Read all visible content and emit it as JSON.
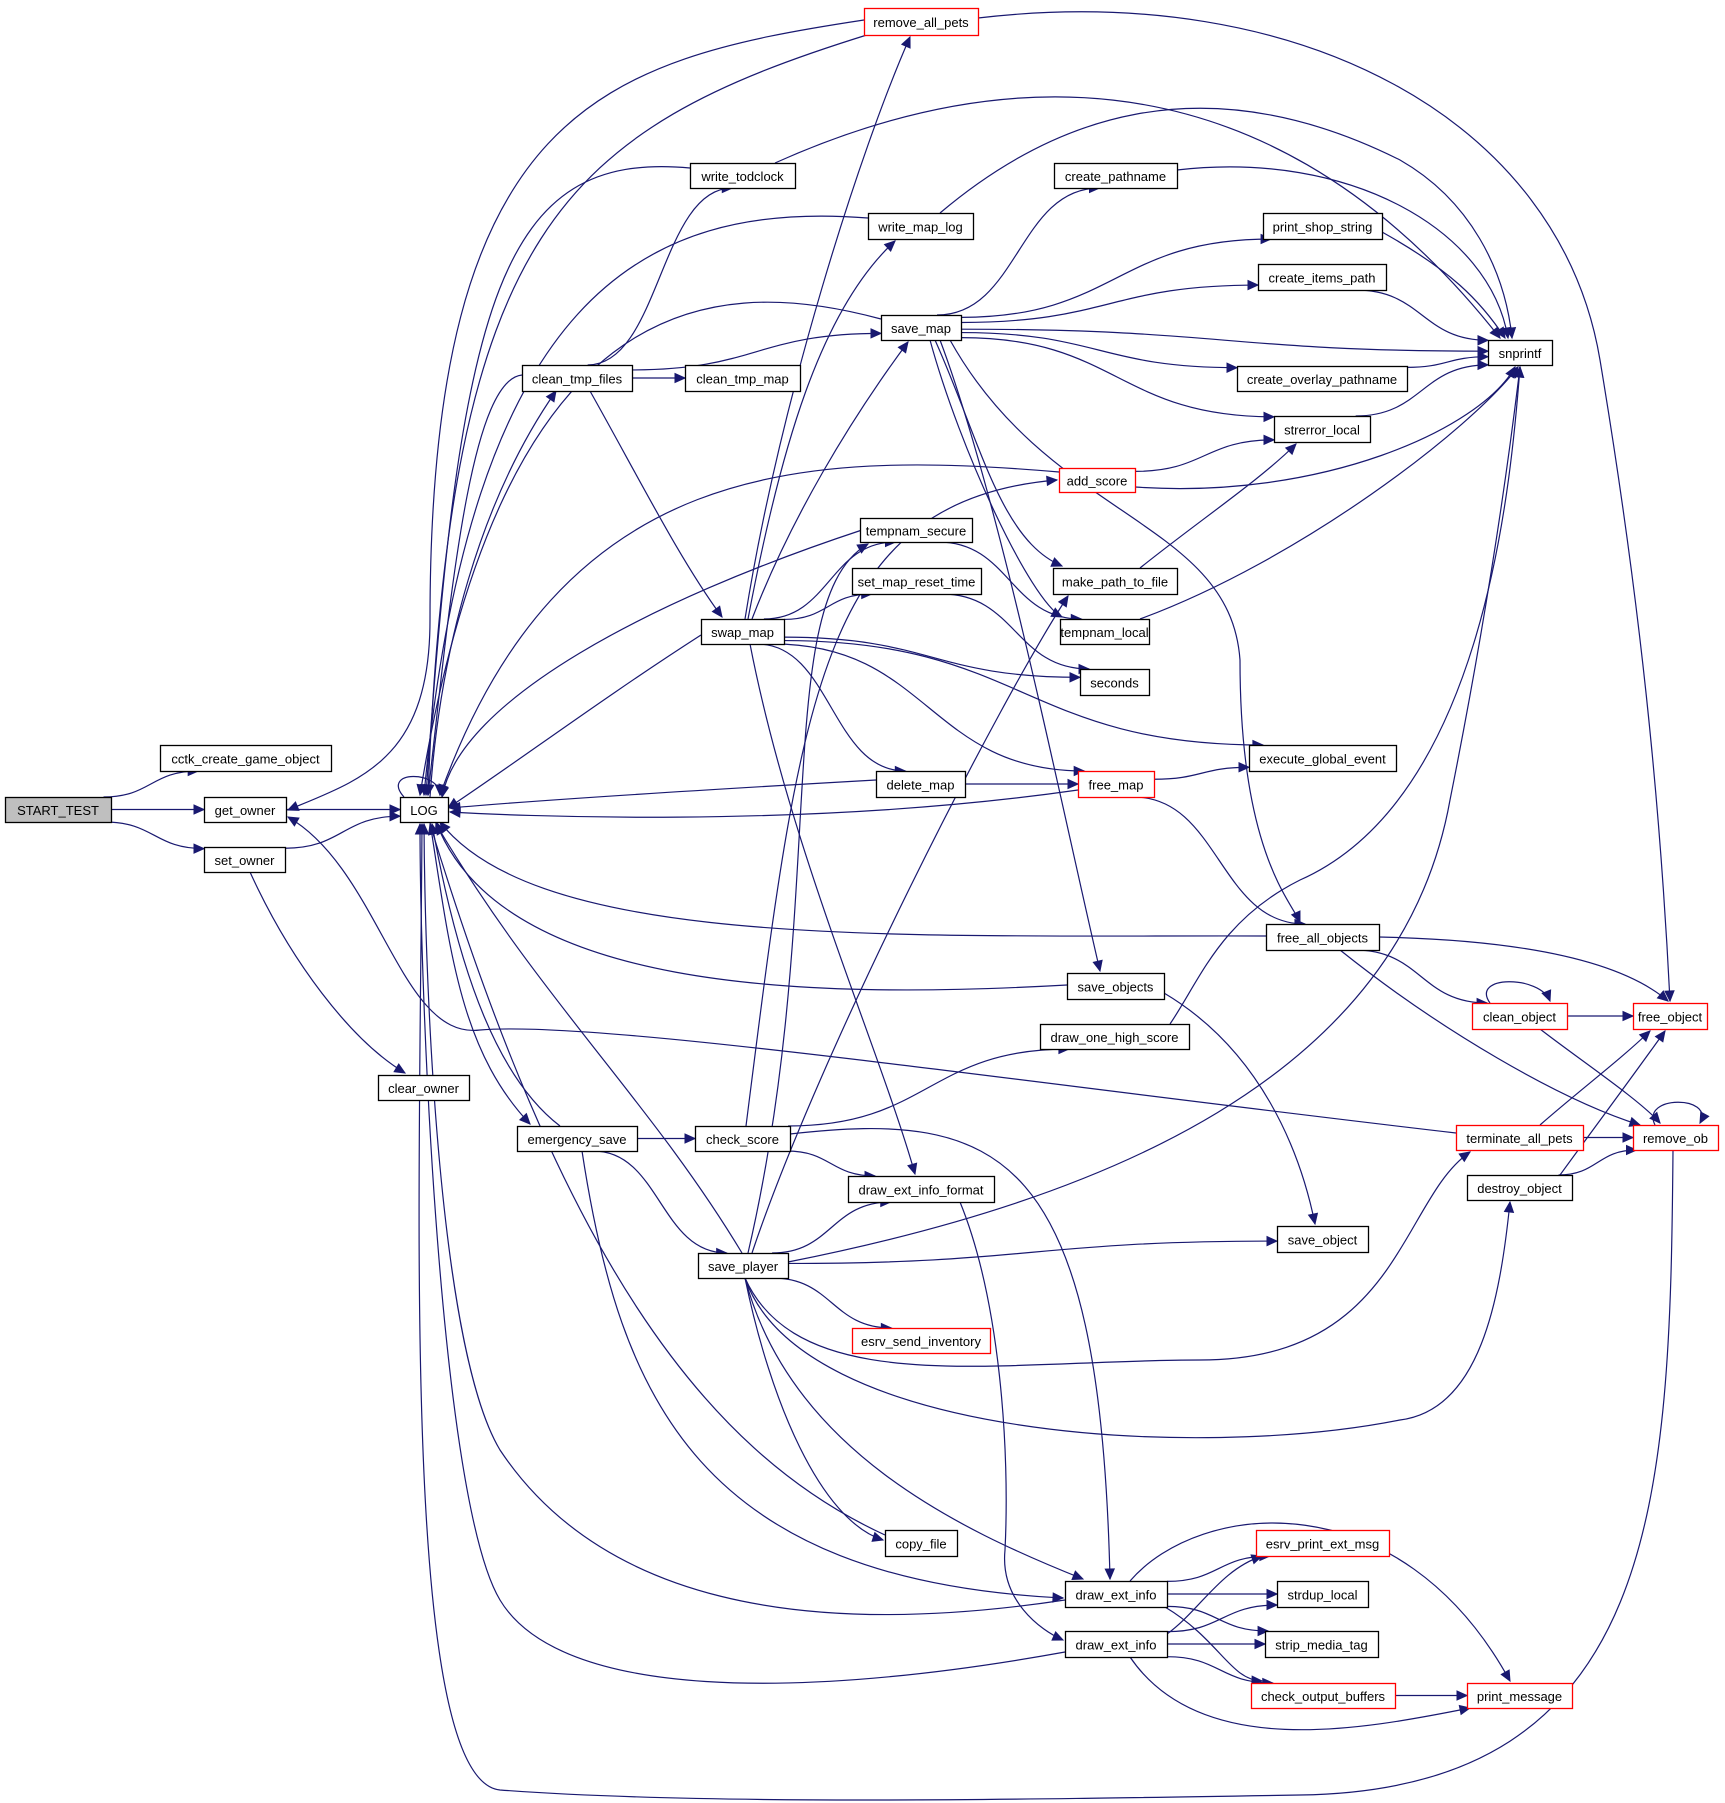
{
  "title": "START_TEST call graph",
  "colors": {
    "edge": "#191970",
    "node_border": "#000000",
    "node_border_undocumented": "#ff0000",
    "root_fill": "#bfbfbf",
    "node_fill": "#ffffff"
  },
  "nodes": [
    {
      "id": "START_TEST",
      "label": "START_TEST",
      "style": "root"
    },
    {
      "id": "cctk_create_game_object",
      "label": "cctk_create_game_object",
      "style": "normal"
    },
    {
      "id": "get_owner",
      "label": "get_owner",
      "style": "normal"
    },
    {
      "id": "set_owner",
      "label": "set_owner",
      "style": "normal"
    },
    {
      "id": "LOG",
      "label": "LOG",
      "style": "normal"
    },
    {
      "id": "clear_owner",
      "label": "clear_owner",
      "style": "normal"
    },
    {
      "id": "remove_all_pets",
      "label": "remove_all_pets",
      "style": "red"
    },
    {
      "id": "write_todclock",
      "label": "write_todclock",
      "style": "normal"
    },
    {
      "id": "write_map_log",
      "label": "write_map_log",
      "style": "normal"
    },
    {
      "id": "create_pathname",
      "label": "create_pathname",
      "style": "normal"
    },
    {
      "id": "print_shop_string",
      "label": "print_shop_string",
      "style": "normal"
    },
    {
      "id": "create_items_path",
      "label": "create_items_path",
      "style": "normal"
    },
    {
      "id": "save_map",
      "label": "save_map",
      "style": "normal"
    },
    {
      "id": "snprintf",
      "label": "snprintf",
      "style": "normal"
    },
    {
      "id": "clean_tmp_files",
      "label": "clean_tmp_files",
      "style": "normal"
    },
    {
      "id": "clean_tmp_map",
      "label": "clean_tmp_map",
      "style": "normal"
    },
    {
      "id": "create_overlay_pathname",
      "label": "create_overlay_pathname",
      "style": "normal"
    },
    {
      "id": "strerror_local",
      "label": "strerror_local",
      "style": "normal"
    },
    {
      "id": "add_score",
      "label": "add_score",
      "style": "red"
    },
    {
      "id": "tempnam_secure",
      "label": "tempnam_secure",
      "style": "normal"
    },
    {
      "id": "set_map_reset_time",
      "label": "set_map_reset_time",
      "style": "normal"
    },
    {
      "id": "make_path_to_file",
      "label": "make_path_to_file",
      "style": "normal"
    },
    {
      "id": "swap_map",
      "label": "swap_map",
      "style": "normal"
    },
    {
      "id": "tempnam_local",
      "label": "tempnam_local",
      "style": "normal"
    },
    {
      "id": "seconds",
      "label": "seconds",
      "style": "normal"
    },
    {
      "id": "execute_global_event",
      "label": "execute_global_event",
      "style": "normal"
    },
    {
      "id": "delete_map",
      "label": "delete_map",
      "style": "normal"
    },
    {
      "id": "free_map",
      "label": "free_map",
      "style": "red"
    },
    {
      "id": "free_all_objects",
      "label": "free_all_objects",
      "style": "normal"
    },
    {
      "id": "save_objects",
      "label": "save_objects",
      "style": "normal"
    },
    {
      "id": "clean_object",
      "label": "clean_object",
      "style": "red"
    },
    {
      "id": "free_object",
      "label": "free_object",
      "style": "red"
    },
    {
      "id": "draw_one_high_score",
      "label": "draw_one_high_score",
      "style": "normal"
    },
    {
      "id": "emergency_save",
      "label": "emergency_save",
      "style": "normal"
    },
    {
      "id": "check_score",
      "label": "check_score",
      "style": "normal"
    },
    {
      "id": "terminate_all_pets",
      "label": "terminate_all_pets",
      "style": "red"
    },
    {
      "id": "remove_ob",
      "label": "remove_ob",
      "style": "red"
    },
    {
      "id": "draw_ext_info_format",
      "label": "draw_ext_info_format",
      "style": "normal"
    },
    {
      "id": "destroy_object",
      "label": "destroy_object",
      "style": "normal"
    },
    {
      "id": "save_player",
      "label": "save_player",
      "style": "normal"
    },
    {
      "id": "save_object",
      "label": "save_object",
      "style": "normal"
    },
    {
      "id": "esrv_send_inventory",
      "label": "esrv_send_inventory",
      "style": "red"
    },
    {
      "id": "copy_file",
      "label": "copy_file",
      "style": "normal"
    },
    {
      "id": "esrv_print_ext_msg",
      "label": "esrv_print_ext_msg",
      "style": "red"
    },
    {
      "id": "draw_ext_info_1",
      "label": "draw_ext_info",
      "style": "normal"
    },
    {
      "id": "strdup_local",
      "label": "strdup_local",
      "style": "normal"
    },
    {
      "id": "draw_ext_info_2",
      "label": "draw_ext_info",
      "style": "normal"
    },
    {
      "id": "strip_media_tag",
      "label": "strip_media_tag",
      "style": "normal"
    },
    {
      "id": "check_output_buffers",
      "label": "check_output_buffers",
      "style": "red"
    },
    {
      "id": "print_message",
      "label": "print_message",
      "style": "red"
    }
  ],
  "edges": [
    [
      "START_TEST",
      "cctk_create_game_object"
    ],
    [
      "START_TEST",
      "get_owner"
    ],
    [
      "START_TEST",
      "set_owner"
    ],
    [
      "get_owner",
      "LOG"
    ],
    [
      "set_owner",
      "LOG"
    ],
    [
      "set_owner",
      "clear_owner"
    ],
    [
      "LOG",
      "LOG"
    ],
    [
      "remove_all_pets",
      "get_owner"
    ],
    [
      "remove_all_pets",
      "LOG"
    ],
    [
      "remove_all_pets",
      "free_object"
    ],
    [
      "write_todclock",
      "LOG"
    ],
    [
      "write_todclock",
      "snprintf"
    ],
    [
      "write_map_log",
      "LOG"
    ],
    [
      "write_map_log",
      "snprintf"
    ],
    [
      "create_pathname",
      "snprintf"
    ],
    [
      "print_shop_string",
      "snprintf"
    ],
    [
      "create_items_path",
      "snprintf"
    ],
    [
      "create_overlay_pathname",
      "snprintf"
    ],
    [
      "strerror_local",
      "snprintf"
    ],
    [
      "save_map",
      "LOG"
    ],
    [
      "save_map",
      "create_pathname"
    ],
    [
      "save_map",
      "print_shop_string"
    ],
    [
      "save_map",
      "create_items_path"
    ],
    [
      "save_map",
      "snprintf"
    ],
    [
      "save_map",
      "create_overlay_pathname"
    ],
    [
      "save_map",
      "strerror_local"
    ],
    [
      "save_map",
      "make_path_to_file"
    ],
    [
      "save_map",
      "tempnam_local"
    ],
    [
      "save_map",
      "save_objects"
    ],
    [
      "save_map",
      "free_all_objects"
    ],
    [
      "clean_tmp_files",
      "LOG"
    ],
    [
      "clean_tmp_files",
      "write_todclock"
    ],
    [
      "clean_tmp_files",
      "save_map"
    ],
    [
      "clean_tmp_files",
      "clean_tmp_map"
    ],
    [
      "clean_tmp_files",
      "swap_map"
    ],
    [
      "LOG",
      "clean_tmp_files"
    ],
    [
      "add_score",
      "LOG"
    ],
    [
      "add_score",
      "strerror_local"
    ],
    [
      "add_score",
      "snprintf"
    ],
    [
      "make_path_to_file",
      "strerror_local"
    ],
    [
      "tempnam_local",
      "snprintf"
    ],
    [
      "tempnam_secure",
      "LOG"
    ],
    [
      "tempnam_secure",
      "tempnam_local"
    ],
    [
      "set_map_reset_time",
      "seconds"
    ],
    [
      "swap_map",
      "LOG"
    ],
    [
      "swap_map",
      "remove_all_pets"
    ],
    [
      "swap_map",
      "write_map_log"
    ],
    [
      "swap_map",
      "save_map"
    ],
    [
      "swap_map",
      "tempnam_secure"
    ],
    [
      "swap_map",
      "set_map_reset_time"
    ],
    [
      "swap_map",
      "seconds"
    ],
    [
      "swap_map",
      "execute_global_event"
    ],
    [
      "swap_map",
      "delete_map"
    ],
    [
      "swap_map",
      "free_map"
    ],
    [
      "swap_map",
      "draw_ext_info_format"
    ],
    [
      "delete_map",
      "LOG"
    ],
    [
      "delete_map",
      "free_map"
    ],
    [
      "free_map",
      "LOG"
    ],
    [
      "free_map",
      "execute_global_event"
    ],
    [
      "free_map",
      "free_all_objects"
    ],
    [
      "free_all_objects",
      "LOG"
    ],
    [
      "free_all_objects",
      "clean_object"
    ],
    [
      "free_all_objects",
      "free_object"
    ],
    [
      "free_all_objects",
      "remove_ob"
    ],
    [
      "save_objects",
      "LOG"
    ],
    [
      "save_objects",
      "save_object"
    ],
    [
      "clean_object",
      "clean_object"
    ],
    [
      "clean_object",
      "free_object"
    ],
    [
      "clean_object",
      "remove_ob"
    ],
    [
      "draw_one_high_score",
      "snprintf"
    ],
    [
      "terminate_all_pets",
      "get_owner"
    ],
    [
      "terminate_all_pets",
      "free_object"
    ],
    [
      "terminate_all_pets",
      "remove_ob"
    ],
    [
      "remove_ob",
      "remove_ob"
    ],
    [
      "remove_ob",
      "LOG"
    ],
    [
      "destroy_object",
      "free_object"
    ],
    [
      "destroy_object",
      "remove_ob"
    ],
    [
      "LOG",
      "emergency_save"
    ],
    [
      "emergency_save",
      "LOG"
    ],
    [
      "emergency_save",
      "check_score"
    ],
    [
      "emergency_save",
      "save_player"
    ],
    [
      "emergency_save",
      "draw_ext_info_1"
    ],
    [
      "check_score",
      "add_score"
    ],
    [
      "check_score",
      "draw_one_high_score"
    ],
    [
      "check_score",
      "draw_ext_info_format"
    ],
    [
      "check_score",
      "draw_ext_info_1"
    ],
    [
      "save_player",
      "LOG"
    ],
    [
      "save_player",
      "make_path_to_file"
    ],
    [
      "save_player",
      "tempnam_secure"
    ],
    [
      "save_player",
      "snprintf"
    ],
    [
      "save_player",
      "draw_ext_info_format"
    ],
    [
      "save_player",
      "save_object"
    ],
    [
      "save_player",
      "esrv_send_inventory"
    ],
    [
      "save_player",
      "terminate_all_pets"
    ],
    [
      "save_player",
      "destroy_object"
    ],
    [
      "save_player",
      "copy_file"
    ],
    [
      "save_player",
      "draw_ext_info_1"
    ],
    [
      "copy_file",
      "LOG"
    ],
    [
      "draw_ext_info_format",
      "draw_ext_info_2"
    ],
    [
      "draw_ext_info_1",
      "LOG"
    ],
    [
      "draw_ext_info_1",
      "esrv_print_ext_msg"
    ],
    [
      "draw_ext_info_1",
      "strdup_local"
    ],
    [
      "draw_ext_info_1",
      "strip_media_tag"
    ],
    [
      "draw_ext_info_1",
      "check_output_buffers"
    ],
    [
      "draw_ext_info_1",
      "print_message"
    ],
    [
      "draw_ext_info_2",
      "LOG"
    ],
    [
      "draw_ext_info_2",
      "esrv_print_ext_msg"
    ],
    [
      "draw_ext_info_2",
      "strdup_local"
    ],
    [
      "draw_ext_info_2",
      "strip_media_tag"
    ],
    [
      "draw_ext_info_2",
      "check_output_buffers"
    ],
    [
      "draw_ext_info_2",
      "print_message"
    ],
    [
      "check_output_buffers",
      "print_message"
    ]
  ]
}
